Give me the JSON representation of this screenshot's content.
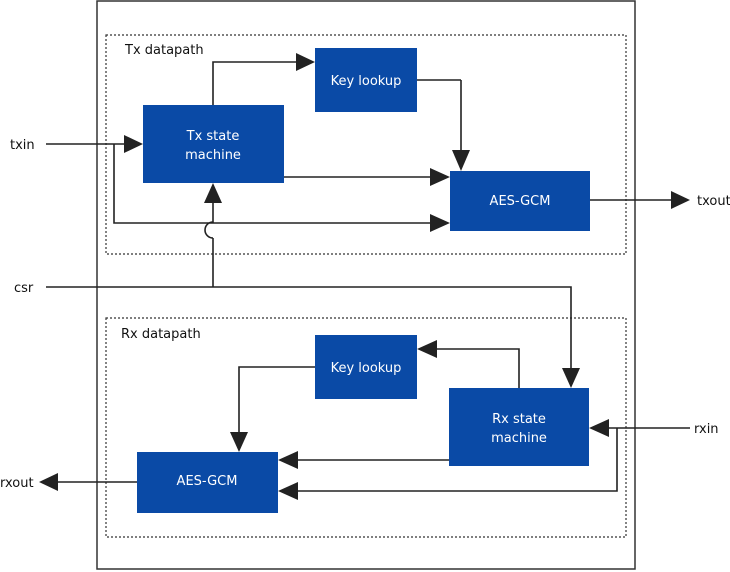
{
  "tx": {
    "title": "Tx datapath",
    "key_lookup": "Key lookup",
    "state_line1": "Tx state",
    "state_line2": "machine",
    "aes": "AES-GCM"
  },
  "rx": {
    "title": "Rx datapath",
    "key_lookup": "Key lookup",
    "state_line1": "Rx state",
    "state_line2": "machine",
    "aes": "AES-GCM"
  },
  "ports": {
    "txin": "txin",
    "csr": "csr",
    "txout": "txout",
    "rxin": "rxin",
    "rxout": "rxout"
  },
  "colors": {
    "block": "#0a4aa6",
    "wire": "#222222"
  }
}
